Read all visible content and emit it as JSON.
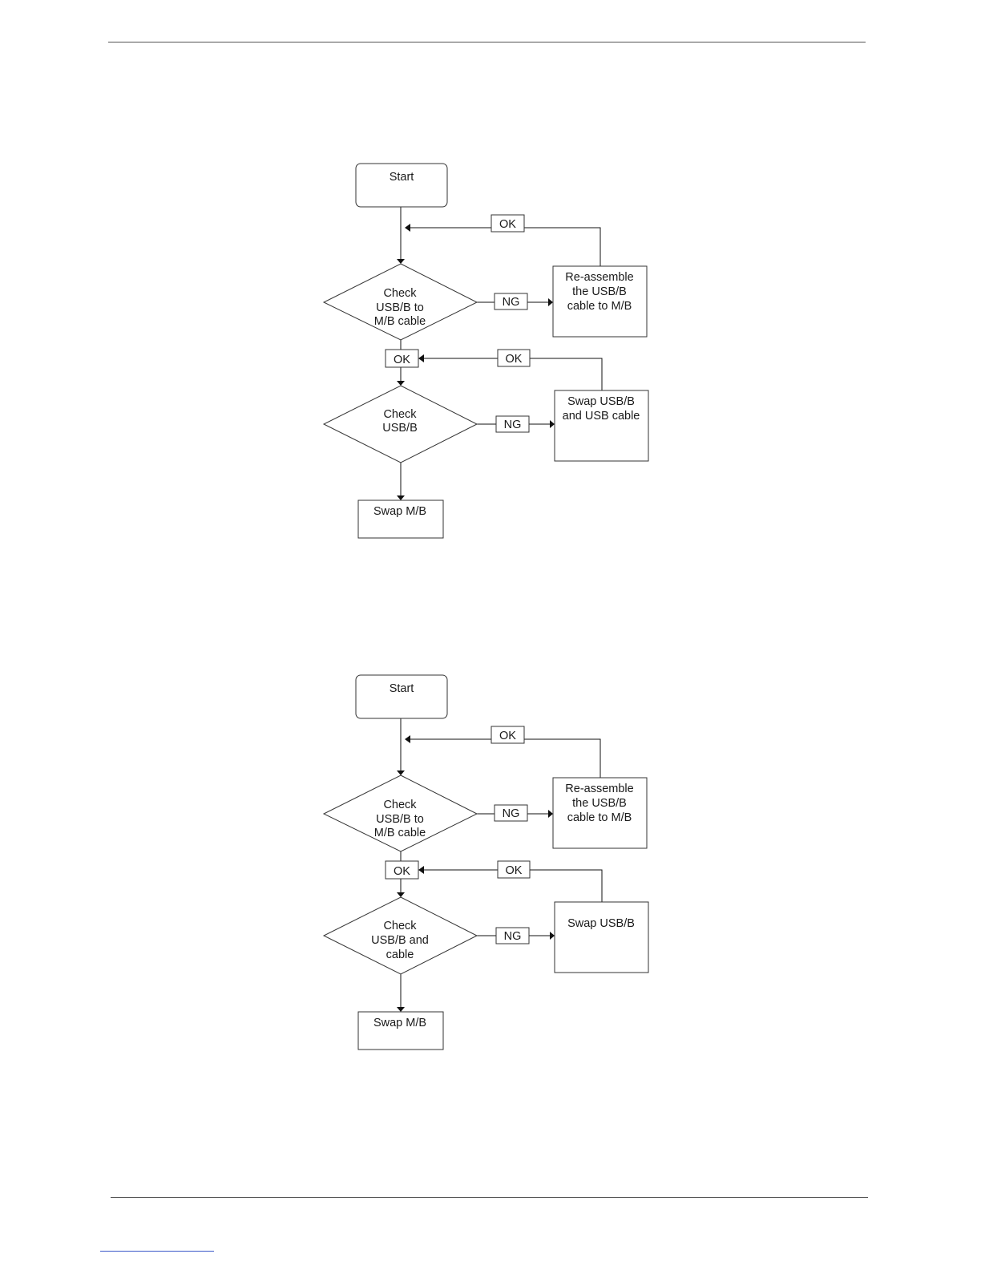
{
  "flowcharts": [
    {
      "start": "Start",
      "decision_1": [
        "Check",
        "USB/B to",
        "M/B cable"
      ],
      "action_1": [
        "Re-assemble",
        "the USB/B",
        "cable to M/B"
      ],
      "decision_2": [
        "Check",
        "USB/B"
      ],
      "action_2": [
        "Swap USB/B",
        "and USB cable"
      ],
      "end": "Swap M/B",
      "labels": {
        "ok_return_1": "OK",
        "ng_1": "NG",
        "ok_down": "OK",
        "ok_return_2": "OK",
        "ng_2": "NG"
      }
    },
    {
      "start": "Start",
      "decision_1": [
        "Check",
        "USB/B to",
        "M/B cable"
      ],
      "action_1": [
        "Re-assemble",
        "the USB/B",
        "cable to M/B"
      ],
      "decision_2": [
        "Check",
        "USB/B and",
        "cable"
      ],
      "action_2": [
        "Swap USB/B"
      ],
      "end": "Swap M/B",
      "labels": {
        "ok_return_1": "OK",
        "ng_1": "NG",
        "ok_down": "OK",
        "ok_return_2": "OK",
        "ng_2": "NG"
      }
    }
  ]
}
